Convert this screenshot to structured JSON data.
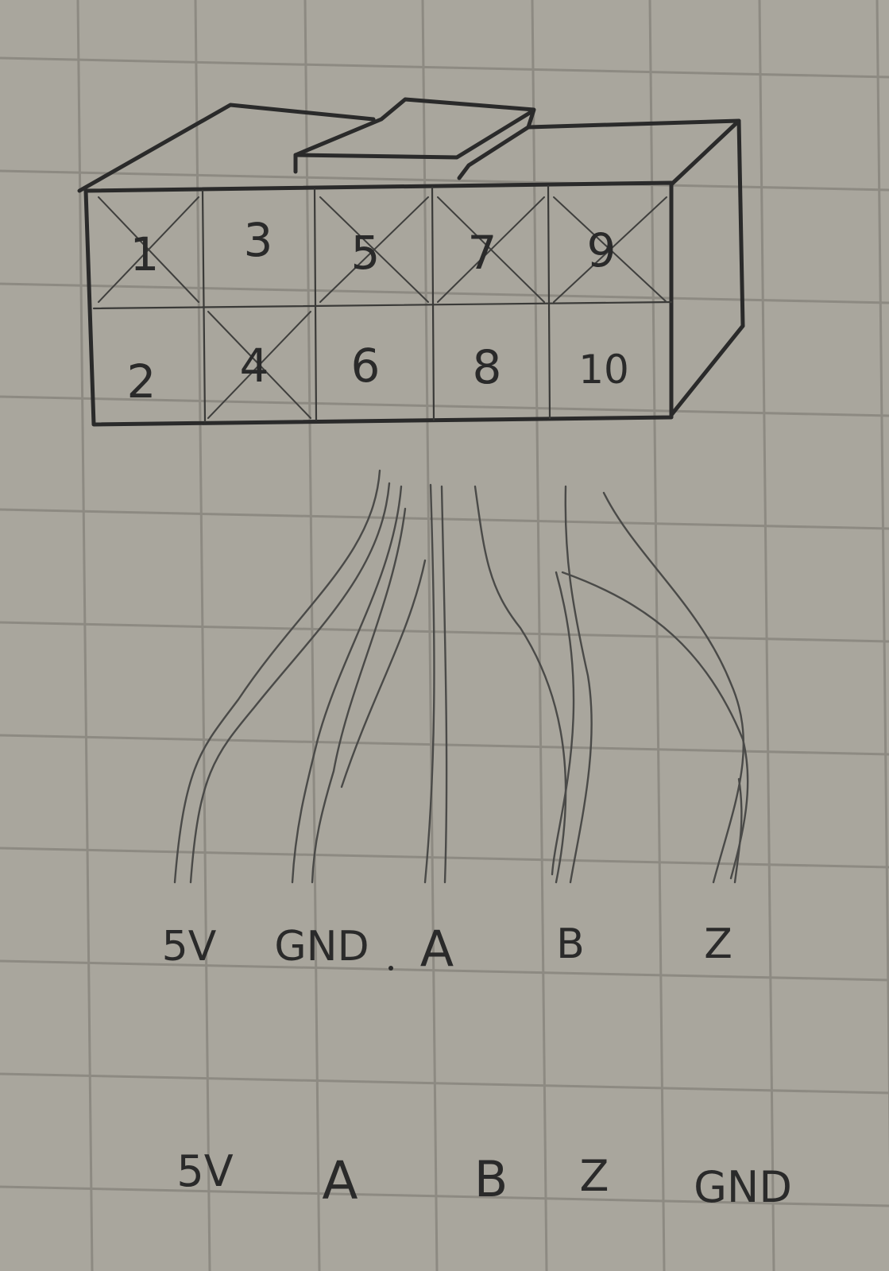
{
  "connector": {
    "pins": [
      {
        "label": "1",
        "crossed": true
      },
      {
        "label": "2",
        "crossed": false
      },
      {
        "label": "3",
        "crossed": false
      },
      {
        "label": "4",
        "crossed": true
      },
      {
        "label": "5",
        "crossed": true
      },
      {
        "label": "6",
        "crossed": false
      },
      {
        "label": "7",
        "crossed": true
      },
      {
        "label": "8",
        "crossed": false
      },
      {
        "label": "9",
        "crossed": true
      },
      {
        "label": "10",
        "crossed": false
      }
    ]
  },
  "wire_labels": {
    "top_row": [
      "5V",
      "GND",
      "A",
      "B",
      "Z"
    ],
    "bottom_row": [
      "5V",
      "A",
      "B",
      "Z",
      "GND"
    ]
  },
  "colors": {
    "paper": "#a9a69d",
    "grid": "#8d8a82",
    "ink": "#2a2a2a",
    "pencil": "#4a4a48"
  }
}
